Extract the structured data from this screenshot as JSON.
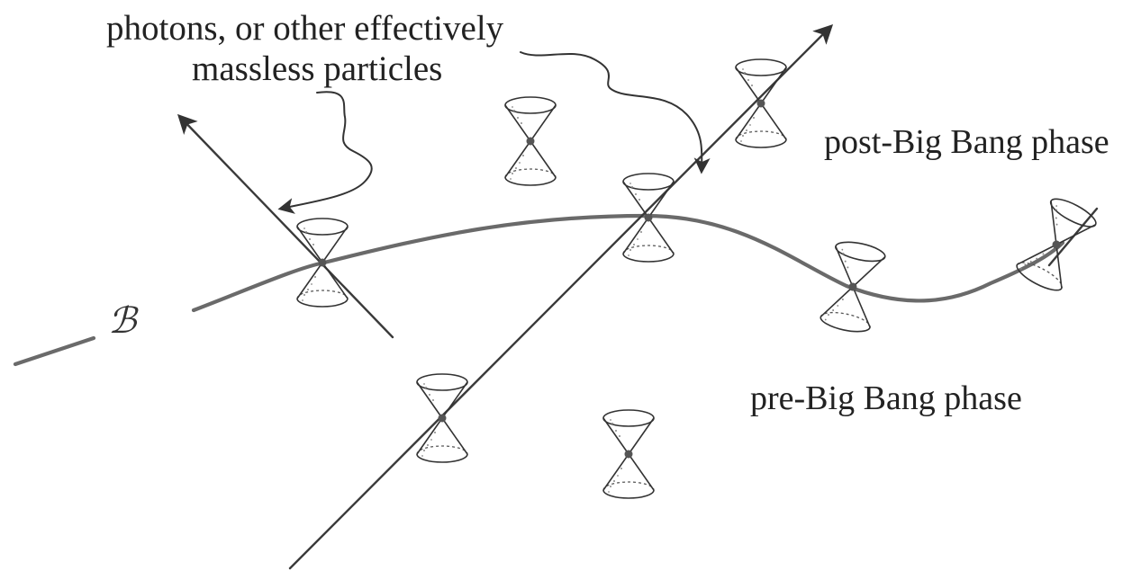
{
  "labels": {
    "photons_line1": "photons, or other effectively",
    "photons_line2": "massless particles",
    "post": "post-Big Bang phase",
    "pre": "pre-Big Bang phase",
    "hypersurface": "ℬ"
  }
}
